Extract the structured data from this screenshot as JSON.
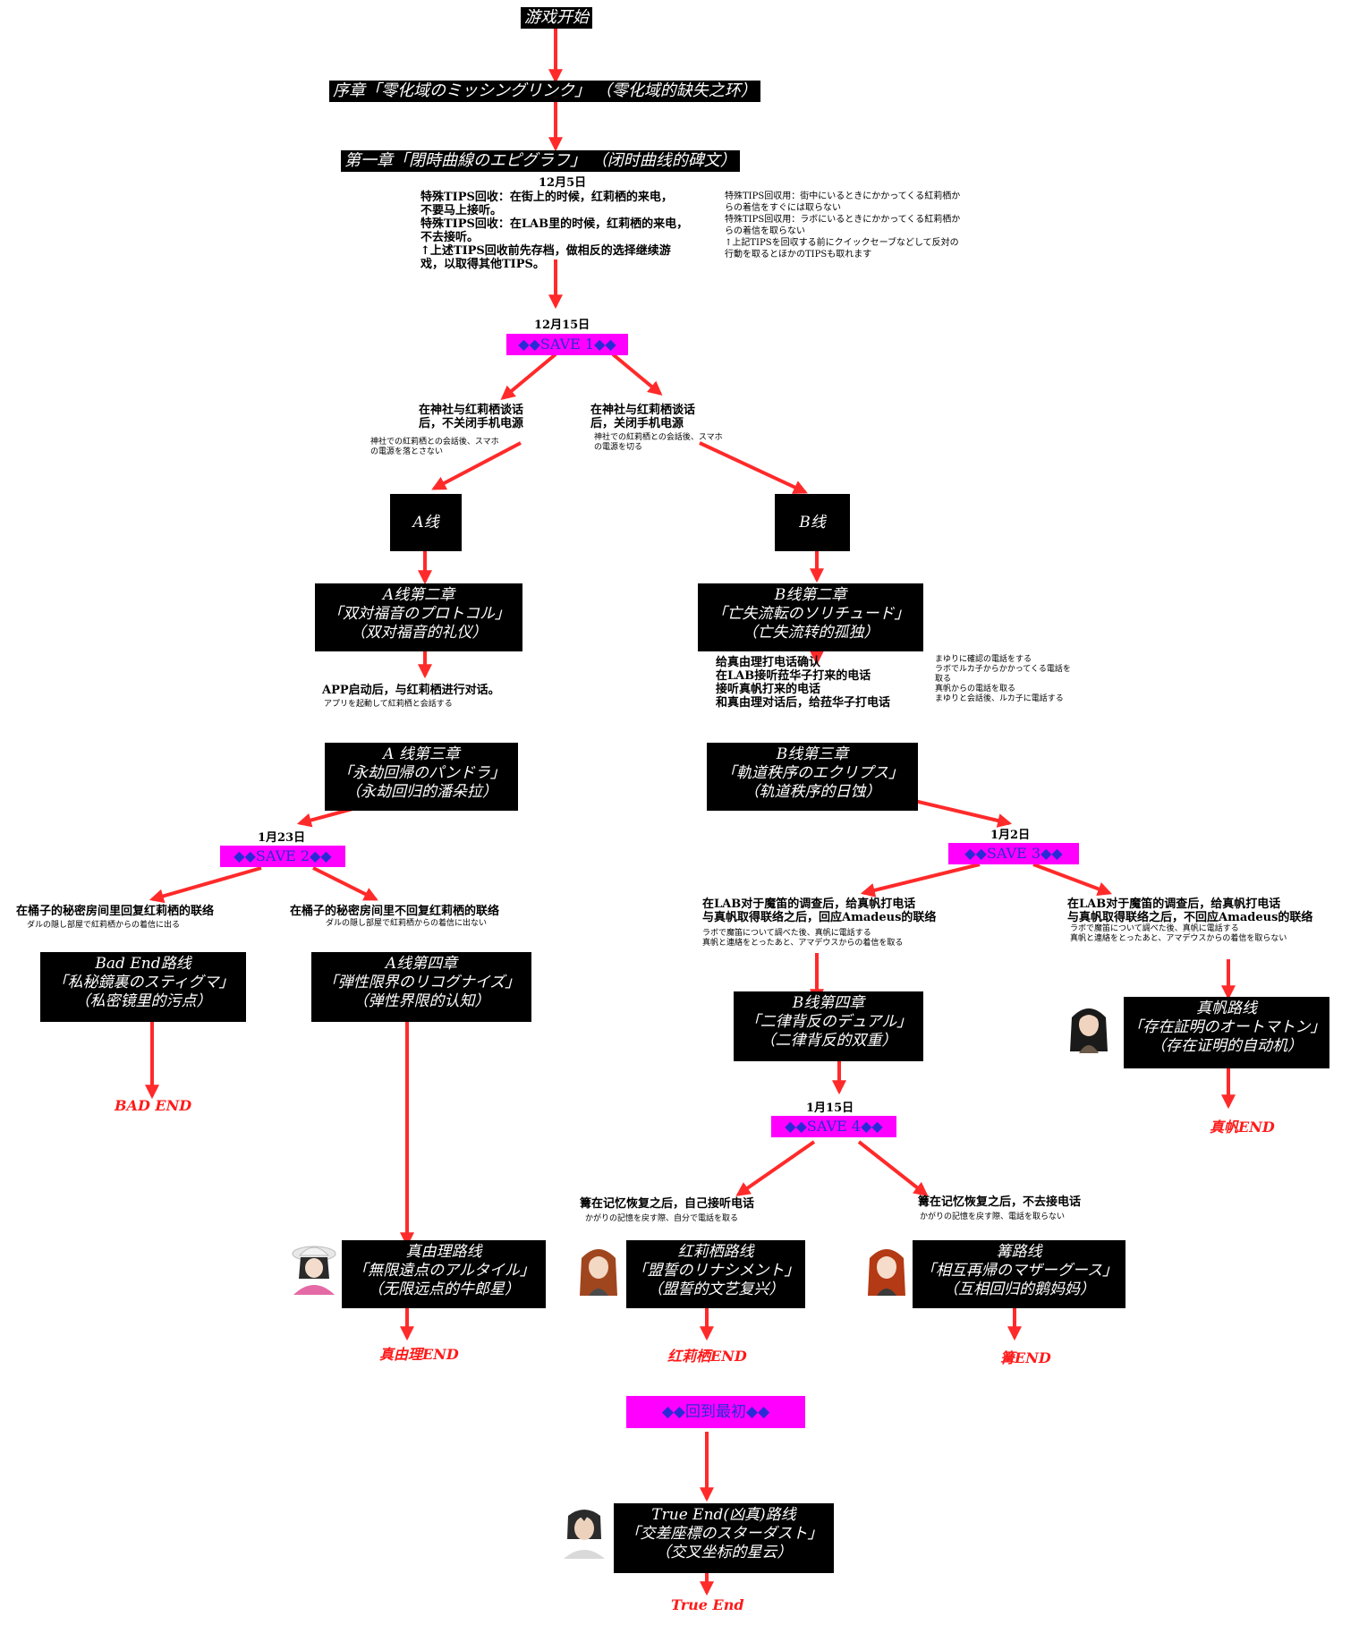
{
  "header": {
    "start": "游戏开始",
    "prologue": "序章「零化域のミッシングリンク」 （零化域的缺失之环）",
    "chapter1": "第一章「閉時曲線のエピグラフ」 （闭时曲线的碑文）"
  },
  "dates": {
    "d1205": "12月5日",
    "d1215": "12月15日",
    "d0123": "1月23日",
    "d0102": "1月2日",
    "d0115": "1月15日"
  },
  "tips": {
    "cn": [
      "特殊TIPS回收：在街上的时候，红莉栖的来电，",
      "不要马上接听。",
      "特殊TIPS回收：在LAB里的时候，红莉栖的来电，",
      "不去接听。",
      "↑上述TIPS回收前先存档，做相反的选择继续游",
      "戏，以取得其他TIPS。"
    ],
    "jp": [
      "特殊TIPS回収用：街中にいるときにかかってくる紅莉栖か",
      "らの着信をすぐには取らない",
      "特殊TIPS回収用：ラボにいるときにかかってくる紅莉栖か",
      "らの着信を取らない",
      "↑上記TIPSを回収する前にクイックセーブなどして反対の",
      "行動を取るとほかのTIPSも取れます"
    ]
  },
  "saves": {
    "s1": "◆◆SAVE 1◆◆",
    "s2": "◆◆SAVE 2◆◆",
    "s3": "◆◆SAVE 3◆◆",
    "s4": "◆◆SAVE 4◆◆",
    "back": "◆◆回到最初◆◆"
  },
  "choices": {
    "a_cn": [
      "在神社与红莉栖谈话",
      "后，不关闭手机电源"
    ],
    "a_jp": [
      "神社での紅莉栖との会話後、スマホ",
      "の電源を落とさない"
    ],
    "b_cn": [
      "在神社与红莉栖谈话",
      "后，关闭手机电源"
    ],
    "b_jp": [
      "神社での紅莉栖との会話後、スマホ",
      "の電源を切る"
    ],
    "app_cn": "APP启动后，与红莉栖进行对话。",
    "app_jp": "アプリを起動して紅莉栖と会話する",
    "b2_cn": [
      "给真由理打电话确认",
      "在LAB接听菈华子打来的电话",
      "接听真帆打来的电话",
      "和真由理对话后，给菈华子打电话"
    ],
    "b2_jp": [
      "まゆりに確認の電話をする",
      "ラボでルカ子からかかってくる電話を",
      "取る",
      "真帆からの電話を取る",
      "まゆりと会話後、ルカ子に電話する"
    ],
    "s2l_cn": "在桶子的秘密房间里回复红莉栖的联络",
    "s2l_jp": "ダルの隠し部屋で紅莉栖からの着信に出る",
    "s2r_cn": "在桶子的秘密房间里不回复红莉栖的联络",
    "s2r_jp": "ダルの隠し部屋で紅莉栖からの着信に出ない",
    "s3l_cn": [
      "在LAB对于魔笛的调查后，给真帆打电话",
      "与真帆取得联络之后，回应Amadeus的联络"
    ],
    "s3l_jp": [
      "ラボで魔笛について調べた後、真帆に電話する",
      "真帆と連絡をとったあと、アマデウスからの着信を取る"
    ],
    "s3r_cn": [
      "在LAB对于魔笛的调查后，给真帆打电话",
      "与真帆取得联络之后，不回应Amadeus的联络"
    ],
    "s3r_jp": [
      "ラボで魔笛について調べた後、真帆に電話する",
      "真帆と連絡をとったあと、アマデウスからの着信を取らない"
    ],
    "s4l_cn": "篝在记忆恢复之后，自己接听电话",
    "s4l_jp": "かがりの記憶を戻す際、自分で電話を取る",
    "s4r_cn": "篝在记忆恢复之后，不去接电话",
    "s4r_jp": "かがりの記憶を戻す際、電話を取らない"
  },
  "boxes": {
    "a": "A线",
    "b": "B线",
    "a2": [
      "A线第二章",
      "「双対福音のプロトコル」",
      "（双对福音的礼仪）"
    ],
    "b2": [
      "B线第二章",
      "「亡失流転のソリチュード」",
      "（亡失流转的孤独）"
    ],
    "a3": [
      "A 线第三章",
      "「永劫回帰のパンドラ」",
      "（永劫回归的潘朵拉）"
    ],
    "b3": [
      "B线第三章",
      "「軌道秩序のエクリプス」",
      "（轨道秩序的日蚀）"
    ],
    "bad": [
      "Bad End路线",
      "「私秘鏡裏のスティグマ」",
      "（私密镜里的污点）"
    ],
    "a4": [
      "A线第四章",
      "「弾性限界のリコグナイズ」",
      "（弹性界限的认知）"
    ],
    "b4": [
      "B线第四章",
      "「二律背反のデュアル」",
      "（二律背反的双重）"
    ],
    "maho": [
      "真帆路线",
      "「存在証明のオートマトン」",
      "（存在证明的自动机）"
    ],
    "mayuri": [
      "真由理路线",
      "「無限遠点のアルタイル」",
      "（无限远点的牛郎星）"
    ],
    "kurisu": [
      "红莉栖路线",
      "「盟誓のリナシメント」",
      "（盟誓的文艺复兴）"
    ],
    "kagari": [
      "篝路线",
      "「相互再帰のマザーグース」",
      "（互相回归的鹅妈妈）"
    ],
    "true": [
      "True End(凶真)路线",
      "「交差座標のスターダスト」",
      "（交叉坐标的星云）"
    ]
  },
  "ends": {
    "bad": "BAD END",
    "mayuri": "真由理END",
    "kurisu": "红莉栖END",
    "kagari": "篝END",
    "maho": "真帆END",
    "true": "True End"
  },
  "colors": {
    "arrow": "#ff2a2a",
    "save": "#ff00ff",
    "save_text": "#2b2bd6",
    "box": "#000000",
    "end": "#ff1a1a"
  }
}
